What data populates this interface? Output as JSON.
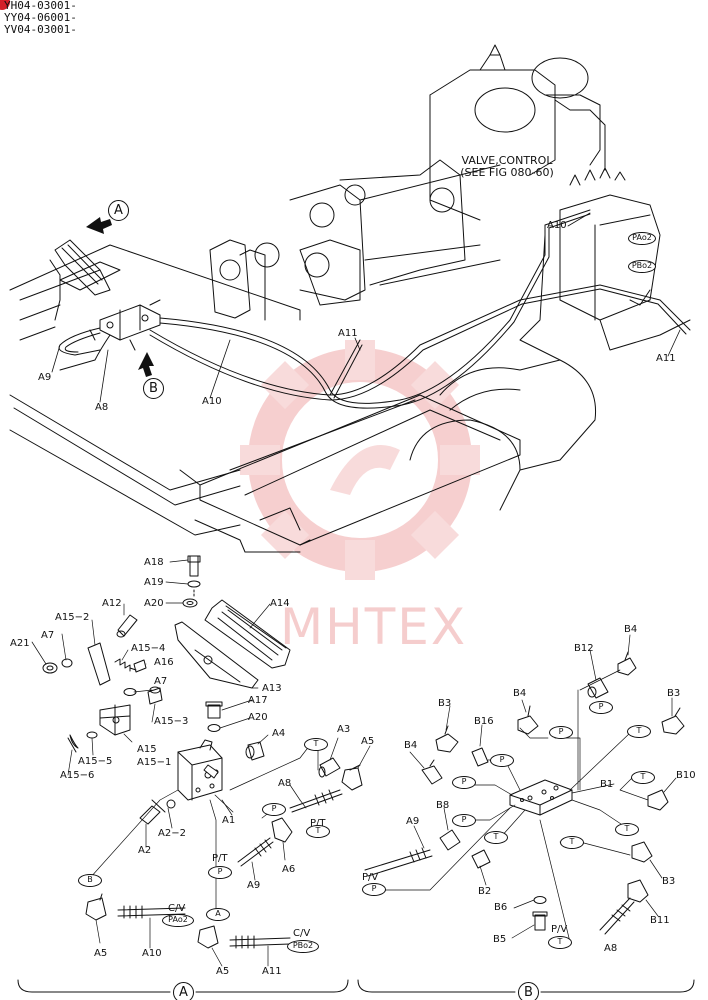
{
  "header": {
    "lines": [
      "YH04-03001-",
      "YY04-06001-",
      "YV04-03001-"
    ]
  },
  "watermark": {
    "text": "MHTEX",
    "color": "#f2b9b9"
  },
  "callouts": {
    "valve_control_line1": "VALVE,CONTROL",
    "valve_control_line2": "(SEE FIG 080-60)",
    "pa_o2": "PAo2",
    "pb_o2": "PBo2",
    "view_a": "A",
    "view_b": "B",
    "cv": "C/V",
    "pt": "P/T",
    "pv": "P/V"
  },
  "top_labels": {
    "a10_left": "A10",
    "a10_right": "A10",
    "a11_mid": "A11",
    "a11_right": "A11",
    "a9": "A9",
    "a8": "A8"
  },
  "detail_a": {
    "section_label": "A",
    "parts": {
      "A1": "A1",
      "A2": "A2",
      "A2_2": "A2−2",
      "A3": "A3",
      "A4": "A4",
      "A5": "A5",
      "A6": "A6",
      "A7": "A7",
      "A8": "A8",
      "A9": "A9",
      "A10": "A10",
      "A11": "A11",
      "A12": "A12",
      "A13": "A13",
      "A14": "A14",
      "A15": "A15",
      "A15_1": "A15−1",
      "A15_2": "A15−2",
      "A15_3": "A15−3",
      "A15_4": "A15−4",
      "A15_5": "A15−5",
      "A15_6": "A15−6",
      "A16": "A16",
      "A17": "A17",
      "A18": "A18",
      "A19": "A19",
      "A20": "A20",
      "A21": "A21"
    },
    "ports": {
      "T": "T",
      "P": "P",
      "B": "B",
      "A": "A"
    }
  },
  "detail_b": {
    "section_label": "B",
    "parts": {
      "B1": "B1",
      "B2": "B2",
      "B3": "B3",
      "B4": "B4",
      "B5": "B5",
      "B6": "B6",
      "B8": "B8",
      "B10": "B10",
      "B11": "B11",
      "B12": "B12",
      "B16": "B16",
      "A8": "A8",
      "A9": "A9"
    },
    "ports": {
      "P": "P",
      "T": "T"
    }
  }
}
